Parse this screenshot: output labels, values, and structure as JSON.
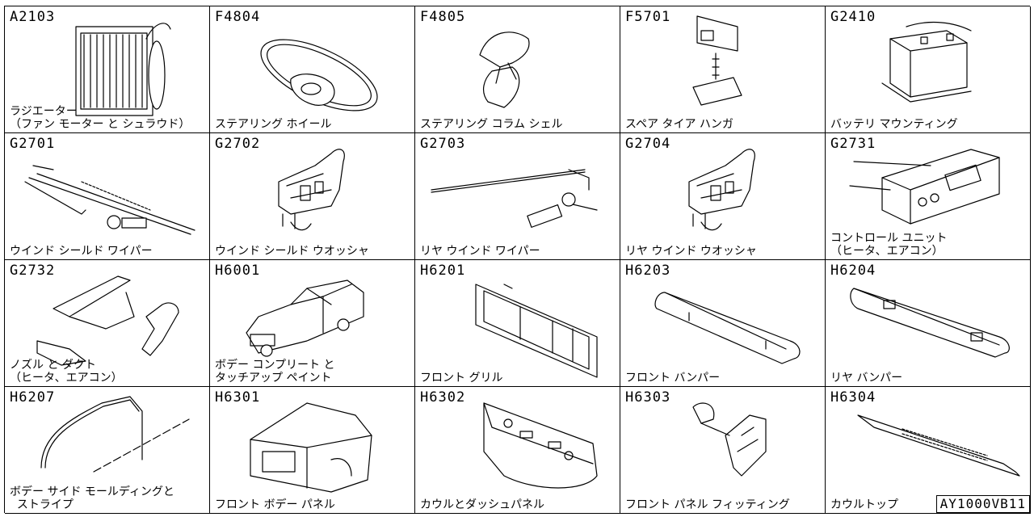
{
  "cells": [
    {
      "code": "A2103",
      "name": "ラジエーター\n（ファン モーター と シュラウド）",
      "icon": "radiator-icon"
    },
    {
      "code": "F4804",
      "name": "ステアリング ホイール",
      "icon": "steering-wheel-icon"
    },
    {
      "code": "F4805",
      "name": "ステアリング コラム シェル",
      "icon": "column-shell-icon"
    },
    {
      "code": "F5701",
      "name": "スペア タイア ハンガ",
      "icon": "tire-hanger-icon"
    },
    {
      "code": "G2410",
      "name": "バッテリ マウンティング",
      "icon": "battery-icon"
    },
    {
      "code": "G2701",
      "name": "ウインド シールド ワイパー",
      "icon": "wiper-icon"
    },
    {
      "code": "G2702",
      "name": "ウインド シールド ウオッシャ",
      "icon": "washer-tank-icon"
    },
    {
      "code": "G2703",
      "name": "リヤ ウインド ワイパー",
      "icon": "rear-wiper-icon"
    },
    {
      "code": "G2704",
      "name": "リヤ ウインド ウオッシャ",
      "icon": "washer-tank-icon"
    },
    {
      "code": "G2731",
      "name": "コントロール ユニット\n（ヒータ、エアコン）",
      "icon": "control-unit-icon"
    },
    {
      "code": "G2732",
      "name": "ノズル と ダクト\n（ヒータ、エアコン）",
      "icon": "nozzle-duct-icon"
    },
    {
      "code": "H6001",
      "name": "ボデー コンプリート と\nタッチアップ ペイント",
      "icon": "car-body-icon"
    },
    {
      "code": "H6201",
      "name": "フロント グリル",
      "icon": "grille-icon"
    },
    {
      "code": "H6203",
      "name": "フロント バンパー",
      "icon": "bumper-icon"
    },
    {
      "code": "H6204",
      "name": "リヤ バンパー",
      "icon": "rear-bumper-icon"
    },
    {
      "code": "H6207",
      "name": "ボデー サイド モールディングと\n  ストライプ",
      "icon": "molding-icon"
    },
    {
      "code": "H6301",
      "name": "フロント ボデー パネル",
      "icon": "front-panel-icon"
    },
    {
      "code": "H6302",
      "name": "カウルとダッシュパネル",
      "icon": "dash-panel-icon"
    },
    {
      "code": "H6303",
      "name": "フロント パネル フィッティング",
      "icon": "fitting-icon"
    },
    {
      "code": "H6304",
      "name": "カウルトップ",
      "icon": "cowl-top-icon"
    }
  ],
  "reference_code": "AY1000VB11"
}
